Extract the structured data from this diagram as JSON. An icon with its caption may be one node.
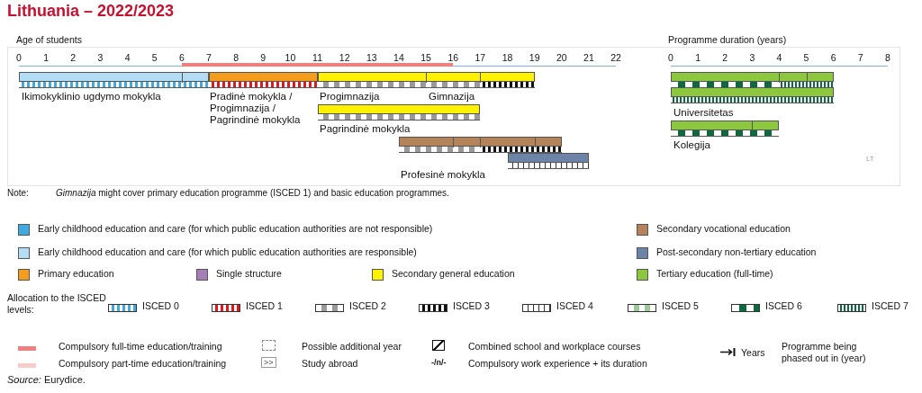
{
  "diagram": {
    "title": "Lithuania – 2022/2023",
    "caption": "*Source:* Eurydice.",
    "labels": [
      "Age of students",
      "0",
      "1",
      "2",
      "3",
      "4",
      "5",
      "6",
      "7",
      "8",
      "9",
      "10",
      "11",
      "12",
      "13",
      "14",
      "15",
      "16",
      "17",
      "18",
      "19",
      "20",
      "21",
      "22",
      "Programme duration (years)",
      "0",
      "1",
      "2",
      "3",
      "4",
      "5",
      "6",
      "7",
      "8",
      "Ikimokyklinio ugdymo mokykla",
      "Pradinė mokykla / Progimnazija / Pagrindinė mokykla",
      "Progimnazija",
      "Gimnazija",
      "Pagrindinė mokykla",
      "Profesinė mokykla",
      "Universitetas",
      "Kolegija",
      "LT",
      "Note:",
      "*Gimnazija* might cover primary education programme (ISCED 1) and basic education programmes.",
      "Allocation to the ISCED levels:",
      ">>",
      "-/n/-"
    ],
    "legend": [
      {
        "text": "Early childhood education and care (for which public education authorities are not responsible)",
        "color": "#3fa9e0"
      },
      {
        "text": "Early childhood education and care (for which public education authorities are responsible)",
        "color": "#b3dcf5"
      },
      {
        "text": "Primary education",
        "color": "#f39c1e"
      },
      {
        "text": "Single structure",
        "color": "#a77fb8"
      },
      {
        "text": "Secondary general education",
        "color": "#fff200"
      },
      {
        "text": "Secondary vocational education",
        "color": "#b5835a"
      },
      {
        "text": "Post-secondary non-tertiary education",
        "color": "#6c84a8"
      },
      {
        "text": "Tertiary education (full-time)",
        "color": "#8dc63f"
      },
      {
        "text": "ISCED 0"
      },
      {
        "text": "ISCED 1"
      },
      {
        "text": "ISCED 2"
      },
      {
        "text": "ISCED 3"
      },
      {
        "text": "ISCED 4"
      },
      {
        "text": "ISCED 5"
      },
      {
        "text": "ISCED 6"
      },
      {
        "text": "ISCED 7"
      },
      {
        "text": "Compulsory full-time education/training",
        "color": "#f08080"
      },
      {
        "text": "Compulsory part-time education/training",
        "color": "#f9cccc"
      },
      {
        "text": "Possible additional year"
      },
      {
        "text": "Study abroad"
      },
      {
        "text": "Combined school and workplace courses"
      },
      {
        "text": "Compulsory work experience + its duration"
      },
      {
        "text": "Years"
      },
      {
        "text": "Programme being phased out in (year)"
      }
    ]
  }
}
